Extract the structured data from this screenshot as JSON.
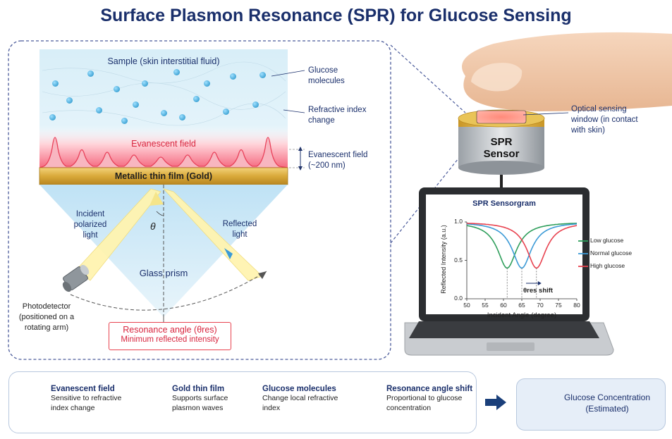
{
  "title": "Surface Plasmon Resonance (SPR) for Glucose Sensing",
  "main_panel": {
    "sample_label": "Sample (skin interstitial fluid)",
    "glucose_label_l1": "Glucose",
    "glucose_label_l2": "molecules",
    "refractive_l1": "Refractive index",
    "refractive_l2": "change",
    "evanescent_label": "Evanescent field",
    "evanescent_depth_l1": "Evanescent field",
    "evanescent_depth_l2": "(~200 nm)",
    "film_label": "Metallic thin film (Gold)",
    "incident_l1": "Incident",
    "incident_l2": "polarized",
    "incident_l3": "light",
    "reflected_l1": "Reflected",
    "reflected_l2": "light",
    "theta": "θ",
    "prism_label": "Glass prism",
    "photodetector_l1": "Photodetector",
    "photodetector_l2": "(positioned on a",
    "photodetector_l3": "rotating arm)",
    "resonance_l1": "Resonance angle (θres)",
    "resonance_l2": "Minimum reflected intensity"
  },
  "sensor": {
    "label_l1": "SPR",
    "label_l2": "Sensor",
    "window_l1": "Optical sensing",
    "window_l2": "window (in contact",
    "window_l3": "with skin)"
  },
  "chart_data": {
    "type": "line",
    "title": "SPR Sensorgram",
    "xlabel": "Incident Angle (degree)",
    "ylabel": "Reflected Intensity (a.u.)",
    "xlim": [
      50,
      80
    ],
    "ylim": [
      0.0,
      1.0
    ],
    "xticks": [
      "50",
      "55",
      "60",
      "65",
      "70",
      "75",
      "80"
    ],
    "yticks": [
      "0.0",
      "0.5",
      "1.0"
    ],
    "series": [
      {
        "name": "Low glucose",
        "color": "#2e9e5b",
        "min_x": 61,
        "min_y": 0.4
      },
      {
        "name": "Normal glucose",
        "color": "#3b9ad6",
        "min_x": 65,
        "min_y": 0.4
      },
      {
        "name": "High glucose",
        "color": "#e8424f",
        "min_x": 69,
        "min_y": 0.4
      }
    ],
    "annotation": "θres shift",
    "grid": false,
    "legend_position": "right"
  },
  "legend": {
    "items": [
      {
        "title": "Evanescent field",
        "desc_l1": "Sensitive to refractive",
        "desc_l2": "index change"
      },
      {
        "title": "Gold thin film",
        "desc_l1": "Supports surface",
        "desc_l2": "plasmon waves"
      },
      {
        "title": "Glucose molecules",
        "desc_l1": "Change local refractive",
        "desc_l2": "index"
      },
      {
        "title": "Resonance angle shift",
        "desc_l1": "Proportional to glucose",
        "desc_l2": "concentration"
      }
    ]
  },
  "output": {
    "label_l1": "Glucose Concentration",
    "label_l2": "(Estimated)"
  },
  "colors": {
    "title": "#1a2f6b",
    "gold": "#d9a93a",
    "evanescent": "#f0506a",
    "glucose": "#2aa4d8",
    "resonance_box": "#e8424f"
  }
}
